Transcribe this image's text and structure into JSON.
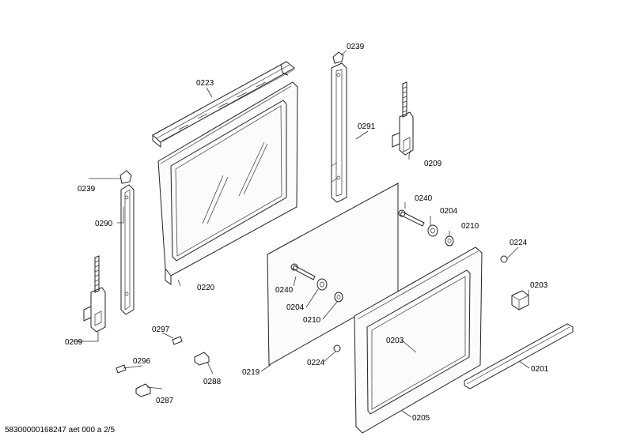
{
  "callouts": {
    "c0239a": "0239",
    "c0223": "0223",
    "c0291": "0291",
    "c0209a": "0209",
    "c0239b": "0239",
    "c0290": "0290",
    "c0220": "0220",
    "c0240a": "0240",
    "c0204a": "0204",
    "c0210a": "0210",
    "c0224a": "0224",
    "c0203a": "0203",
    "c0240b": "0240",
    "c0204b": "0204",
    "c0210b": "0210",
    "c0209b": "0209",
    "c0297": "0297",
    "c0296": "0296",
    "c0288": "0288",
    "c0287": "0287",
    "c0219": "0219",
    "c0224b": "0224",
    "c0203b": "0203",
    "c0201": "0201",
    "c0205": "0205"
  },
  "footer": {
    "document_id": "58300000168247 aet 000 a 2/5"
  }
}
